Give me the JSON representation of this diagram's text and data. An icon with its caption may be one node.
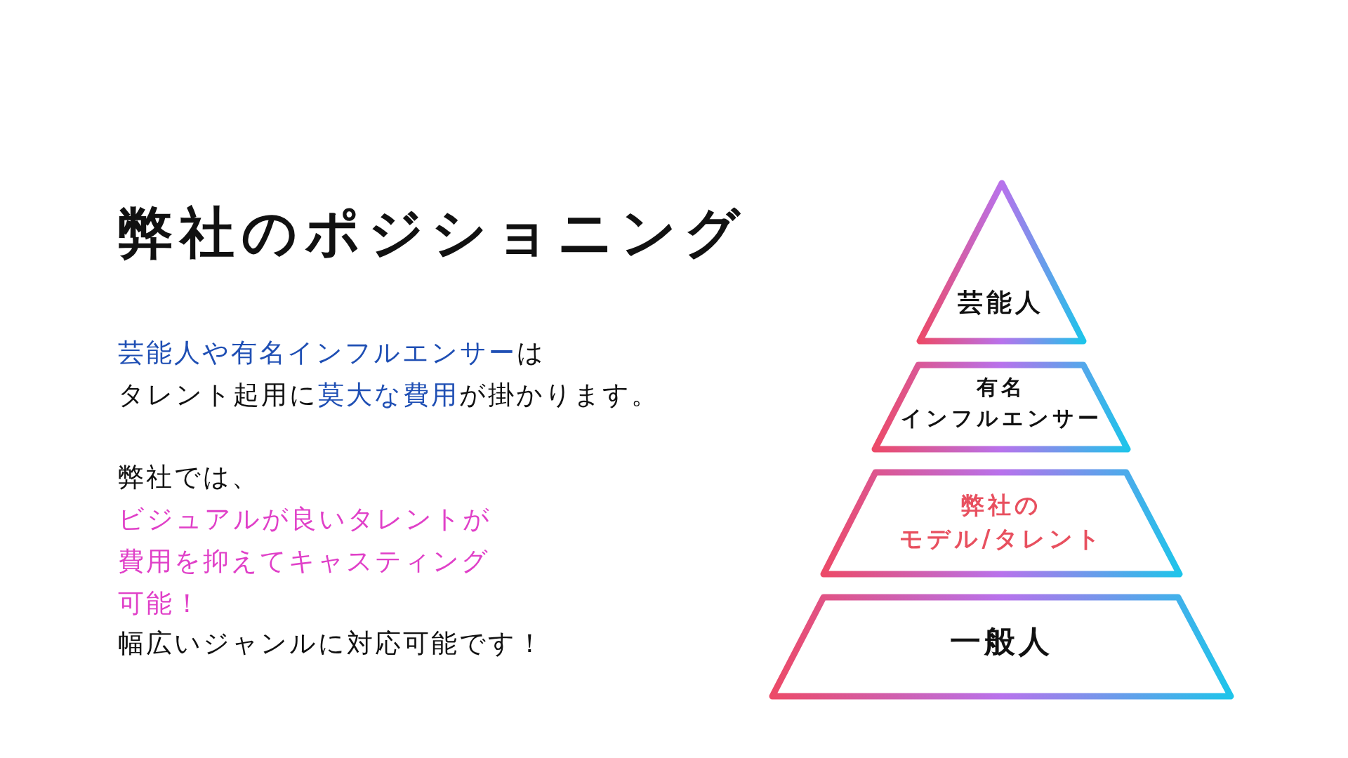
{
  "diagram": {
    "title": "弊社のポジショニング",
    "nodes": [
      {
        "text": [
          "芸能人"
        ]
      },
      {
        "text": [
          "有名インフルエンサー"
        ]
      },
      {
        "text": [
          "弊社のモデル/タレント"
        ]
      },
      {
        "text": [
          "一般人"
        ]
      }
    ],
    "labels": [
      "芸能人や有名インフルエンサー",
      "は",
      "タレント起用に",
      "莫大な費用",
      "が掛かります。",
      "弊社では、",
      "ビジュアルが良いタレントが費用を抑えてキャスティング可能！",
      "幅広いジャンルに対応可能です！"
    ]
  }
}
